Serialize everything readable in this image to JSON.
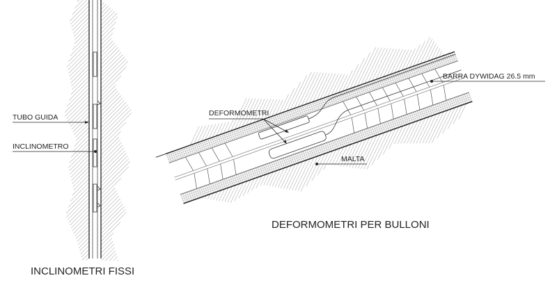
{
  "left_drawing": {
    "title": "INCLINOMETRI FISSI",
    "labels": {
      "guide_tube": "TUBO GUIDA",
      "inclinometer": "INCLINOMETRO"
    }
  },
  "right_drawing": {
    "title": "DEFORMOMETRI PER BULLONI",
    "labels": {
      "bar": "BARRA DYWIDAG 26.5 mm",
      "strain_gauges": "DEFORMOMETRI",
      "grout": "MALTA"
    }
  },
  "colors": {
    "line": "#222222",
    "hatch": "#9a9a9a",
    "grout": "#e8e8e8"
  }
}
